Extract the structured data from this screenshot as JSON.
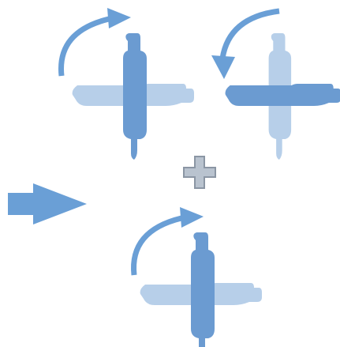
{
  "colors": {
    "arrow_blue": "#6a9fd6",
    "part_dark": "#6b9bd1",
    "part_light": "#b7cfe9",
    "plus_fill": "#b9c3cf",
    "plus_stroke": "#8b96a4",
    "background": "#ffffff"
  },
  "diagram": {
    "groups": [
      {
        "id": "top-left",
        "rotation_direction": "clockwise",
        "front_part": "vertical-bar"
      },
      {
        "id": "top-right",
        "rotation_direction": "counterclockwise",
        "front_part": "horizontal-bar"
      },
      {
        "id": "bottom-center",
        "rotation_direction": "clockwise",
        "front_part": "vertical-bar"
      }
    ],
    "symbols": [
      {
        "id": "plus",
        "meaning": "combined"
      },
      {
        "id": "right-arrow",
        "meaning": "leads-to"
      }
    ],
    "icons": [
      "curved-rotation-arrow-icon",
      "plus-sign-icon",
      "right-arrow-icon",
      "cross-shaped-part-icon"
    ]
  }
}
